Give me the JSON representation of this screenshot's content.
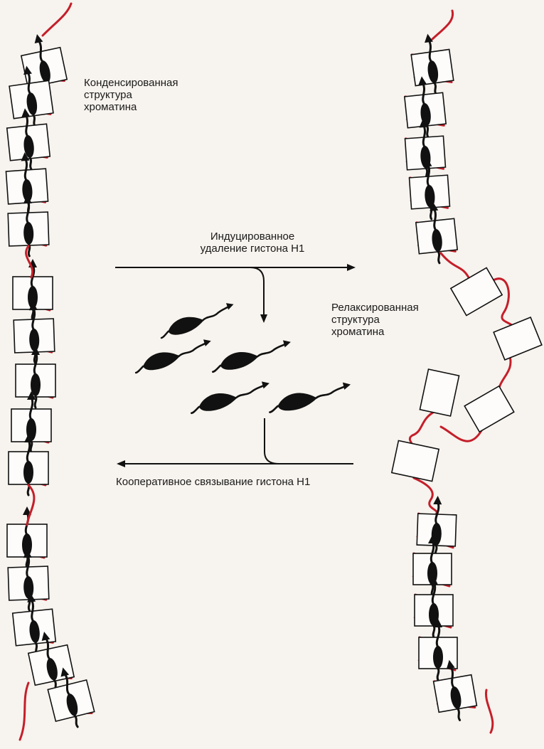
{
  "labels": {
    "condensed": [
      "Конденсированная",
      "структура",
      "хроматина"
    ],
    "induced_removal": [
      "Индуцированное",
      "удаление гистона Н1"
    ],
    "relaxed": [
      "Релаксированная",
      "структура",
      "хроматина"
    ],
    "cooperative_binding": "Кооперативное связывание гистона Н1"
  },
  "colors": {
    "dna": "#c41f2a",
    "histone_h1": "#111111",
    "nucleosome_fill": "#fdfcfa",
    "background": "#f7f3ee"
  },
  "icons": {
    "nucleosome": "nucleosome-box",
    "histone_h1": "histone-h1-molecule",
    "dna": "dna-strand"
  }
}
